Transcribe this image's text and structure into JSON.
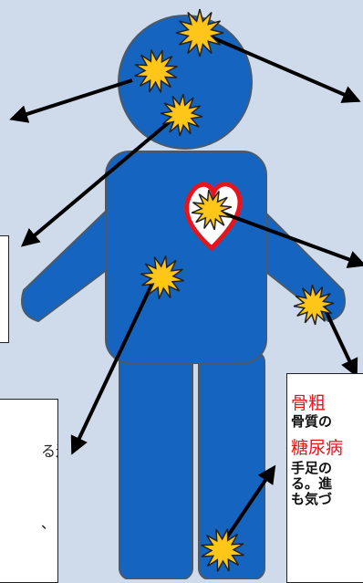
{
  "colors": {
    "background": "#cfdaea",
    "body": "#1565c0",
    "body_outline": "#4a5a6a",
    "heart_fill": "#ffffff",
    "heart_outline": "#e8141c",
    "burst_fill": "#ffc61a",
    "burst_outline": "#222222",
    "heading_red": "#e8141c"
  },
  "icons": [
    "pain-burst-icon",
    "heart-icon",
    "arrow-icon"
  ],
  "left_box_lower": {
    "line1": "る過",
    "line2": "、"
  },
  "right_box": {
    "heading1": "骨粗",
    "body1": "骨質の",
    "heading2": "糖尿病",
    "body2_line1": "手足の",
    "body2_line2": "る。進",
    "body2_line3": "も気づ"
  }
}
